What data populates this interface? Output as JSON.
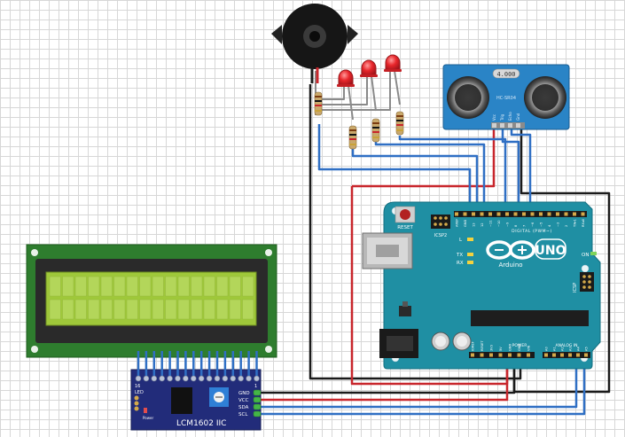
{
  "sensor": {
    "label": "HC-SR04",
    "frequency": "4.000",
    "pins": [
      "Vcc",
      "Trig",
      "Echo",
      "Gnd"
    ]
  },
  "arduino": {
    "brand": "Arduino",
    "model": "UNO",
    "reset_label": "RESET",
    "icsp2_label": "ICSP2",
    "icsp_label": "ICSP",
    "digital_label": "DIGITAL (PWM~)",
    "on_label": "ON",
    "l_label": "L",
    "tx_label": "TX",
    "rx_label": "RX",
    "power_label": "POWER",
    "analog_label": "ANALOG IN",
    "digital_pins": [
      "AREF",
      "GND",
      "13",
      "12",
      "~11",
      "~10",
      "~9",
      "8",
      "7",
      "~6",
      "~5",
      "4",
      "~3",
      "2",
      "TX▸1",
      "RX◂0"
    ],
    "power_pins": [
      "IOREF",
      "RESET",
      "3V3",
      "5V",
      "GND",
      "GND",
      "VIN"
    ],
    "analog_pins": [
      "A0",
      "A1",
      "A2",
      "A3",
      "A4",
      "A5"
    ]
  },
  "i2c_module": {
    "label": "LCM1602 IIC",
    "led_label": "LED",
    "power_label": "Power",
    "pin16_label": "16",
    "pin1_label": "1",
    "pins": [
      "GND",
      "VCC",
      "SDA",
      "SCL"
    ]
  },
  "colors": {
    "wire_black": "#1a1a1a",
    "wire_red": "#c8262c",
    "wire_blue": "#2f6fc4",
    "wire_gray": "#8a8a8a",
    "board_teal": "#1f8fa3",
    "sensor_blue": "#2a84c6",
    "lcd_green": "#9fc83a",
    "i2c_navy": "#222c7a",
    "led_red": "#e8262b"
  }
}
